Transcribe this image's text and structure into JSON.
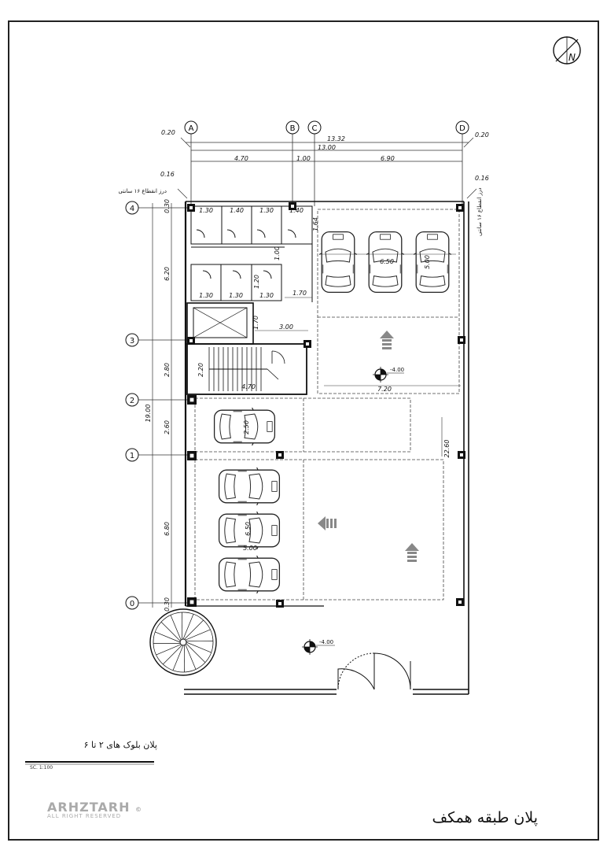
{
  "titles": {
    "main": "پلان طبقه همکف",
    "sub": "پلان بلوک های ۲ تا ۶",
    "scale": "SC. 1:100"
  },
  "logo": {
    "name": "ARHZTARH",
    "rights": "ALL RIGHT RESERVED",
    "mark": "©"
  },
  "north": "N",
  "grid_cols": [
    "A",
    "B",
    "C",
    "D"
  ],
  "grid_rows": [
    "4",
    "3",
    "2",
    "1",
    "0"
  ],
  "top_dims": {
    "left_offset": "0.20",
    "right_offset": "0.20",
    "overall_outer": "13.32",
    "overall": "13.00",
    "seg_ab": "4.70",
    "seg_bc": "1.00",
    "seg_cd": "6.90",
    "gap_left": "0.16",
    "gap_right": "0.16"
  },
  "joint_notes": {
    "left": "درز انقطاع ۱۶ سانتی",
    "right": "درز انقطاع ۱۶ سانتی"
  },
  "left_dims": {
    "total": "19.00",
    "top_edge": "0.30",
    "r4_r3": "6.20",
    "r3_r2": "2.80",
    "r2_r1": "2.60",
    "r1_r0": "6.80",
    "bottom_edge": "0.30"
  },
  "right_dims": {
    "total": "22.60"
  },
  "storage_dims": {
    "row1": [
      "1.30",
      "1.40",
      "1.30",
      "1.40"
    ],
    "row2": [
      "1.30",
      "1.30",
      "1.30"
    ],
    "v1": "1.64",
    "v2": "1.00",
    "v3": "1.20",
    "w_row2": "1.70",
    "elevator_v": "1.70",
    "lobby_w": "3.00",
    "stair_v": "2.20",
    "stair_w": "4.70"
  },
  "parking_dims": {
    "top_bay_w": "6.50",
    "top_bay_h": "5.00",
    "driveway_w": "7.20",
    "mid_bay_h": "2.50",
    "left_bay_w": "6.50",
    "left_bay_h": "5.00"
  },
  "levels": {
    "parking": "-4.00",
    "yard": "-4.00"
  }
}
